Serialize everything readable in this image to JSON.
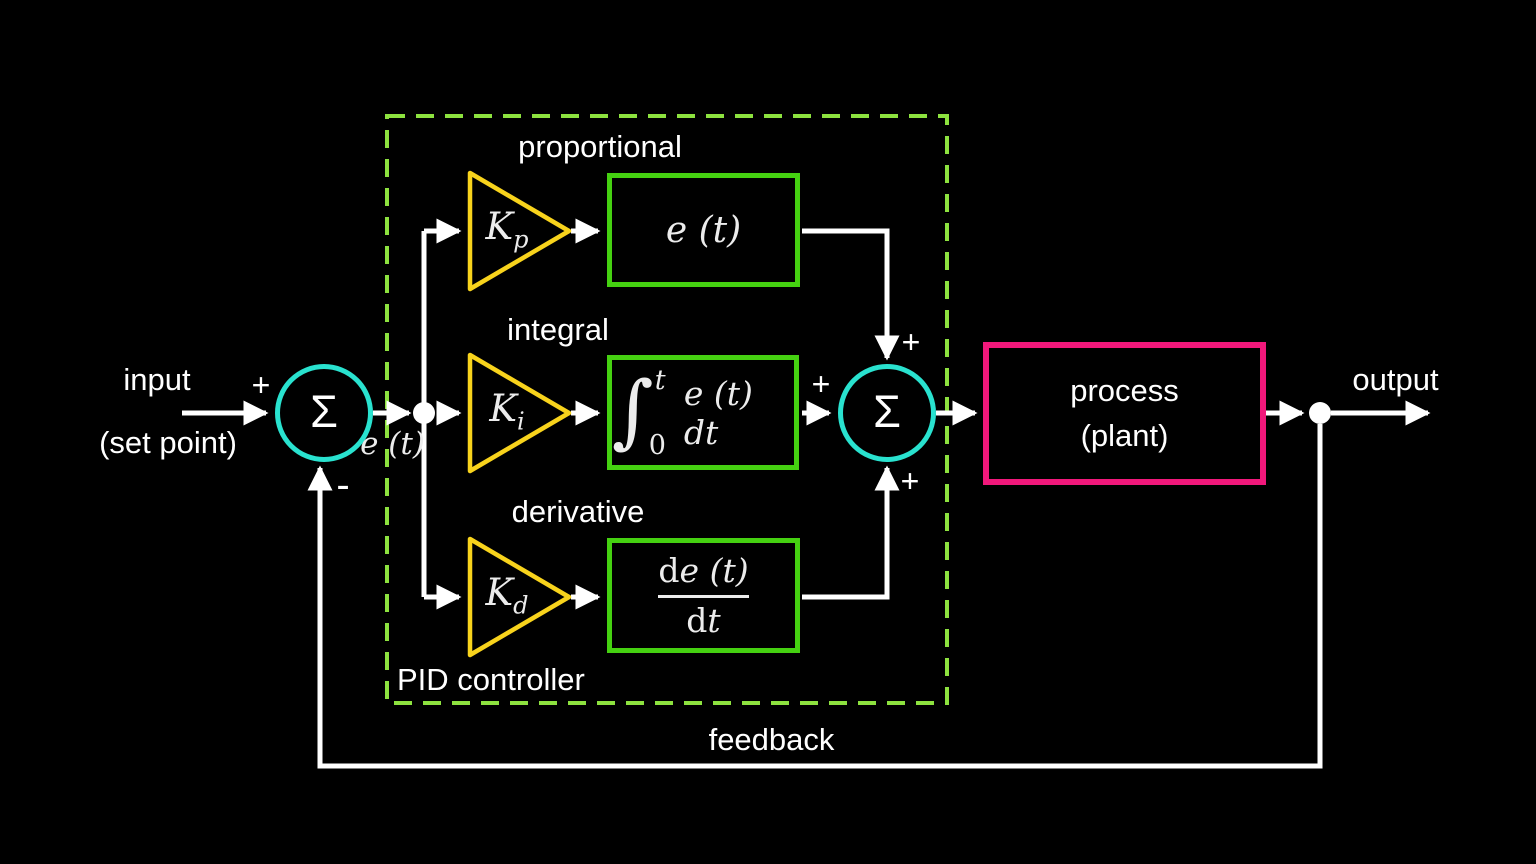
{
  "labels": {
    "input_line1": "input",
    "input_line2": "(set point)",
    "output": "output",
    "feedback": "feedback",
    "pid_controller": "PID controller",
    "error_signal": "e (t)",
    "sum": "Σ",
    "plus": "+",
    "minus": "-"
  },
  "branches": {
    "proportional": {
      "title": "proportional",
      "gain": "K",
      "gain_sub": "p",
      "block_formula": "e (t)"
    },
    "integral": {
      "title": "integral",
      "gain": "K",
      "gain_sub": "i",
      "integral_sign": "∫",
      "upper_limit": "t",
      "lower_limit": "0",
      "integrand": "e (t) dt"
    },
    "derivative": {
      "title": "derivative",
      "gain": "K",
      "gain_sub": "d",
      "frac_d": "d",
      "frac_num": "e (t)",
      "frac_den": "t"
    }
  },
  "process": {
    "line1": "process",
    "line2": "(plant)"
  },
  "colors": {
    "background": "#000000",
    "wire": "#ffffff",
    "summing_junction": "#29e2cf",
    "gain_triangle": "#f8d31c",
    "block_border": "#45d111",
    "pid_dashed_border": "#8de23f",
    "process_border": "#f1187b"
  }
}
